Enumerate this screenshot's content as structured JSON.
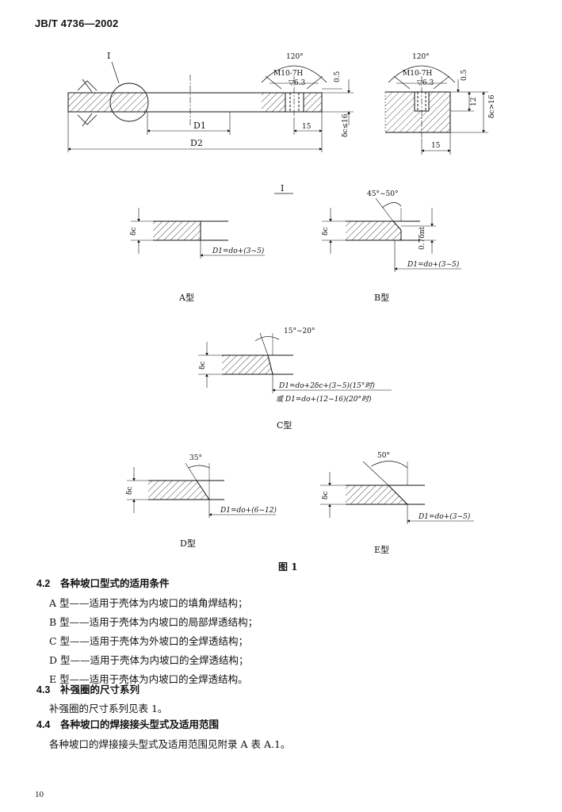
{
  "header": {
    "standard": "JB/T 4736—2002"
  },
  "figure": {
    "caption": "图 1",
    "top_left": {
      "detail_mark": "I",
      "angle": "120°",
      "thread": "M10-7H",
      "depth": "0.5",
      "pitch_label": "▽6.3",
      "dim_15": "15",
      "dim_d1": "D1",
      "dim_d2": "D2",
      "thickness": "δc≤16"
    },
    "top_right": {
      "angle": "120°",
      "thread": "M10-7H",
      "depth": "0.5",
      "pitch_label": "▽6.3",
      "dim_12": "12",
      "dim_15": "15",
      "thickness": "δc>16"
    },
    "detail_title": "I",
    "types": {
      "a": {
        "label": "A型",
        "thickness": "δc",
        "formula": "D1=do+(3~5)"
      },
      "b": {
        "label": "B型",
        "thickness": "δc",
        "angle": "45°~50°",
        "partial": "0.7δnt",
        "formula": "D1=do+(3~5)"
      },
      "c": {
        "label": "C型",
        "thickness": "δc",
        "angle": "15°~20°",
        "formula1": "D1=do+2δc+(3~5)(15°时)",
        "formula2": "或 D1=do+(12~16)(20°时)"
      },
      "d": {
        "label": "D型",
        "thickness": "δc",
        "angle": "35°",
        "formula": "D1=do+(6~12)"
      },
      "e": {
        "label": "E型",
        "thickness": "δc",
        "angle": "50°",
        "formula": "D1=do+(3~5)"
      }
    }
  },
  "section_4_2": {
    "num": "4.2",
    "title": "各种坡口型式的适用条件",
    "items": [
      "A 型——适用于壳体为内坡口的填角焊结构；",
      "B 型——适用于壳体为内坡口的局部焊透结构；",
      "C 型——适用于壳体为外坡口的全焊透结构；",
      "D 型——适用于壳体为内坡口的全焊透结构；",
      "E 型——适用于壳体为内坡口的全焊透结构。"
    ]
  },
  "section_4_3": {
    "num": "4.3",
    "title": "补强圈的尺寸系列",
    "body": "补强圈的尺寸系列见表 1。"
  },
  "section_4_4": {
    "num": "4.4",
    "title": "各种坡口的焊接接头型式及适用范围",
    "body": "各种坡口的焊接接头型式及适用范围见附录 A 表 A.1。"
  },
  "page_number": "10",
  "colors": {
    "ink": "#111111",
    "paper": "#ffffff"
  }
}
